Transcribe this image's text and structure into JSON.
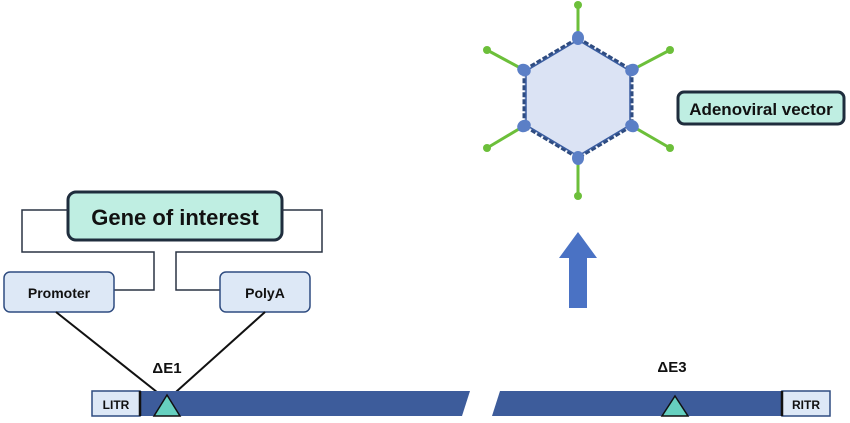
{
  "labels": {
    "adenoviral_vector": "Adenoviral vector",
    "gene_of_interest": "Gene of interest",
    "promoter": "Promoter",
    "polya": "PolyA",
    "delta_e1": "ΔE1",
    "delta_e3": "ΔE3",
    "litr": "LITR",
    "ritr": "RITR"
  },
  "colors": {
    "genome_bar": "#3d5c9b",
    "arrow": "#4a72c4",
    "label_fill": "#bfeee2",
    "box_fill": "#dde8f6",
    "box_stroke": "#2f4c80",
    "capsid_fill": "#dbe3f4",
    "capsid_stroke": "#2f4c80",
    "fiber": "#6cbf3a",
    "penton_base": "#5b7fc6",
    "triangle_fill": "#66d0bf"
  },
  "icons": {
    "virus": "adenovirus-capsid-icon",
    "arrow": "up-arrow-icon",
    "insertion_site": "triangle-marker-icon"
  }
}
